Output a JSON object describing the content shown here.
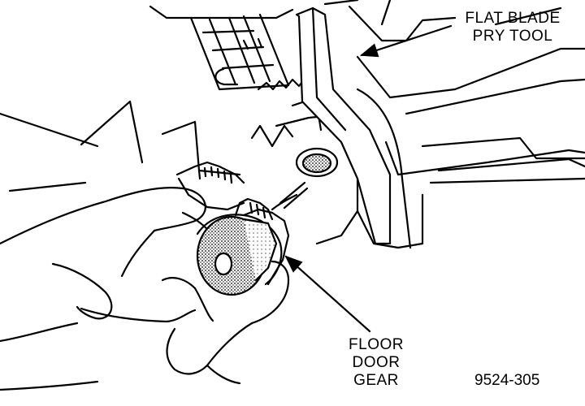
{
  "callouts": {
    "flat_blade": {
      "line1": "FLAT BLADE",
      "line2": "PRY TOOL"
    },
    "floor_door": {
      "line1": "FLOOR",
      "line2": "DOOR",
      "line3": "GEAR"
    }
  },
  "figure_id": "9524-305"
}
